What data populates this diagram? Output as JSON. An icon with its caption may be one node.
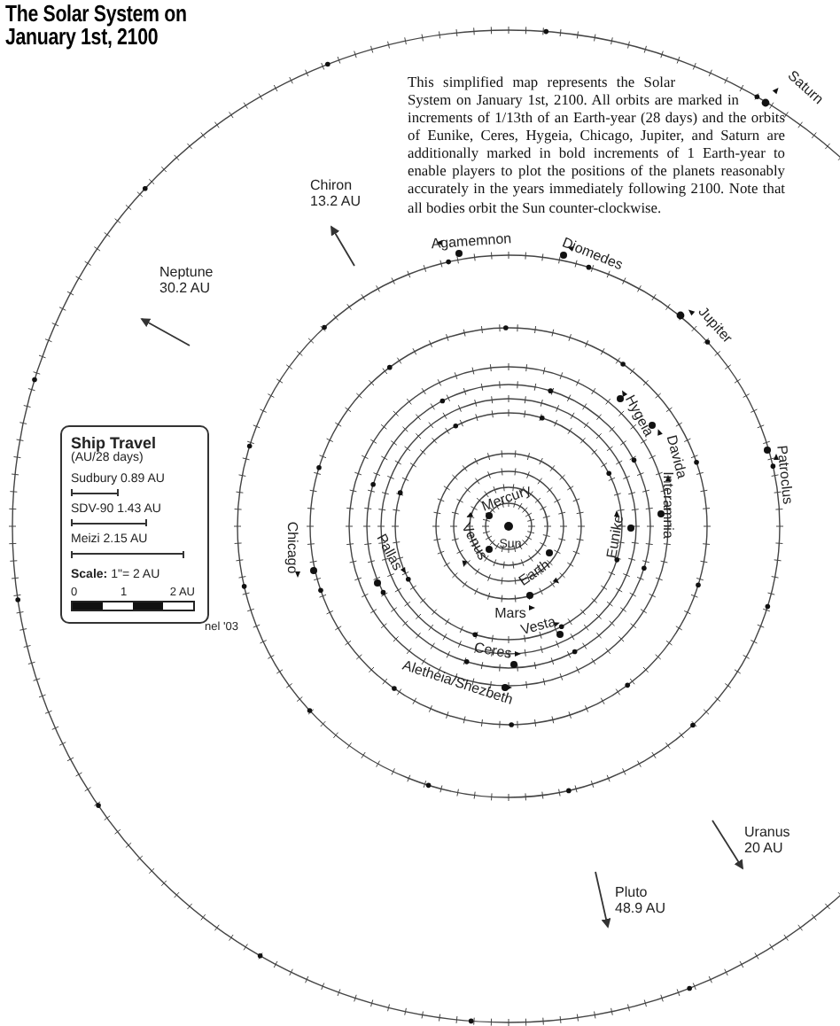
{
  "diagram": {
    "title": "The Solar System on January 1st, 2100",
    "nodes": [
      {
        "text": [
          "Ship Travel",
          "(AU/28 days)",
          "Sudbury 0.89 AU",
          "SDV-90 1.43 AU",
          "Meizi 2.15 AU",
          "**Scale:** 1\"= 2 AU",
          "0",
          "1",
          "2 AU"
        ]
      }
    ],
    "labels": [
      "This simplified map represents the Solar System on January 1st, 2100. All orbits are marked in increments of 1/13th of an Earth-year (28 days) and the orbits of Eunike, Ceres, Hygeia, Chicago, Jupiter, and Saturn are additionally marked in bold increments of 1 Earth-year to enable players to plot the positions of the planets reasonably accurately in the years immediately following 2100. Note that all bodies orbit the Sun counter-clockwise.",
      "Saturn",
      "Chiron 13.2 AU",
      "Agamemnon",
      "Diomedes",
      "Jupiter",
      "Neptune 30.2 AU",
      "Hygeia",
      "Davida",
      "Patroclus",
      "Mercury",
      "Sun",
      "Chicago",
      "Pallas",
      "Venus",
      "Interamnia",
      "Eunike",
      "Earth",
      "Mars",
      "Vesta",
      "Ceres",
      "Aletheia/Shezbeth",
      "nel '03",
      "Uranus 20 AU",
      "Pluto 48.9 AU"
    ]
  }
}
